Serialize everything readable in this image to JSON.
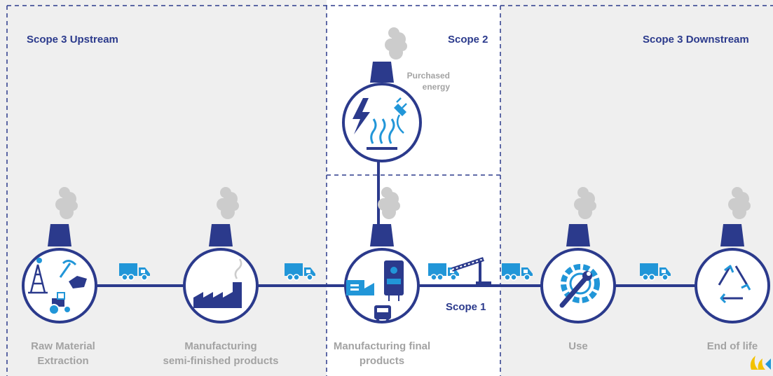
{
  "scopes": {
    "upstream": "Scope 3 Upstream",
    "scope2": "Scope 2",
    "downstream": "Scope 3 Downstream",
    "scope1": "Scope 1"
  },
  "purchased_energy": [
    "Purchased",
    "energy"
  ],
  "stages": {
    "raw_material": [
      "Raw Material",
      "Extraction"
    ],
    "manufacturing_semi": [
      "Manufacturing",
      "semi-finished products"
    ],
    "manufacturing_final": [
      "Manufacturing final",
      "products"
    ],
    "use": [
      "Use"
    ],
    "end_of_life": [
      "End of life"
    ]
  },
  "colors": {
    "navy": "#2b3a8c",
    "blue": "#2196d8",
    "smoke": "#cccccc",
    "zone_bg": "#efefef",
    "label_gray": "#a3a3a3"
  },
  "icons": [
    "oil-rig-icon",
    "pickaxe-icon",
    "ore-icon",
    "tractor-icon",
    "factory-icon",
    "truck-icon",
    "lightning-icon",
    "plug-icon",
    "heat-icon",
    "boiler-icon",
    "bus-icon",
    "conveyor-icon",
    "wrench-gear-icon",
    "recycle-icon",
    "smoke-icon",
    "logo-icon"
  ]
}
